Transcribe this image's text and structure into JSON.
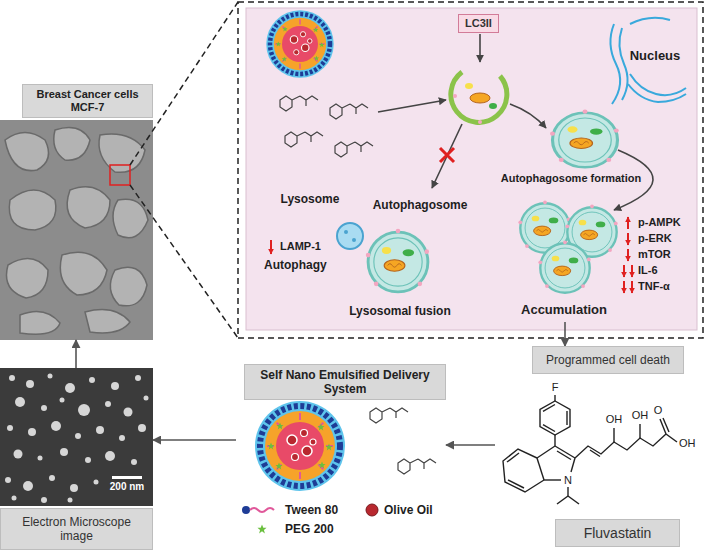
{
  "diagram": {
    "nodes": [
      {
        "text": [
          "Breast Cancer cells MCF-7"
        ]
      },
      {
        "text": [
          "LC3II"
        ]
      },
      {
        "text": [
          "Accumulation"
        ]
      },
      {
        "text": [
          "Programmed cell death"
        ]
      },
      {
        "text": [
          "Electron Microscope image"
        ]
      },
      {
        "text": [
          "Self Nano Emulsified Delivery System"
        ]
      },
      {
        "text": [
          "Fluvastatin"
        ]
      }
    ],
    "edges": [
      {
        "from": 4,
        "to": 0,
        "arrow": "to"
      },
      {
        "from": 5,
        "to": 4,
        "arrow": "to"
      },
      {
        "from": 6,
        "to": 5,
        "arrow": "to"
      },
      {
        "from": 2,
        "to": 3,
        "arrow": "to"
      }
    ],
    "labels": [
      "200 nm",
      "Nucleus",
      "Lysosome",
      "Autophagosome",
      "LAMP-1",
      "Autophagy",
      "Lysosomal fusion",
      "Autophagosome formation",
      "p-AMPK",
      "p-ERK",
      "mTOR",
      "IL-6",
      "TNF-α",
      "F",
      "N",
      "OH",
      "OH",
      "O",
      "OH"
    ],
    "legend": [
      {
        "text": "Tween 80"
      },
      {
        "text": "PEG 200"
      },
      {
        "text": "Olive Oil"
      }
    ]
  }
}
